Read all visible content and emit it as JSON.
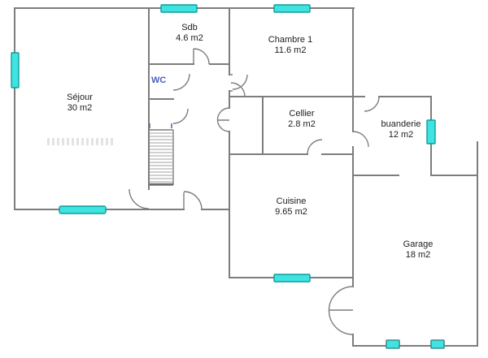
{
  "rooms": [
    {
      "id": "sejour",
      "name": "Séjour",
      "area": "30 m2"
    },
    {
      "id": "sdb",
      "name": "Sdb",
      "area": "4.6 m2"
    },
    {
      "id": "chambre1",
      "name": "Chambre 1",
      "area": "11.6 m2"
    },
    {
      "id": "cellier",
      "name": "Cellier",
      "area": "2.8 m2"
    },
    {
      "id": "buanderie",
      "name": "buanderie",
      "area": "12 m2"
    },
    {
      "id": "cuisine",
      "name": "Cuisine",
      "area": "9.65 m2"
    },
    {
      "id": "garage",
      "name": "Garage",
      "area": "18 m2"
    }
  ],
  "wc_label": "WC",
  "colors": {
    "wall": "#7d7d7d",
    "window_fill": "#3fe3e0",
    "window_border": "#0d9e9e",
    "wc_text": "#4a5fc1",
    "label_text": "#1d1d1d"
  }
}
